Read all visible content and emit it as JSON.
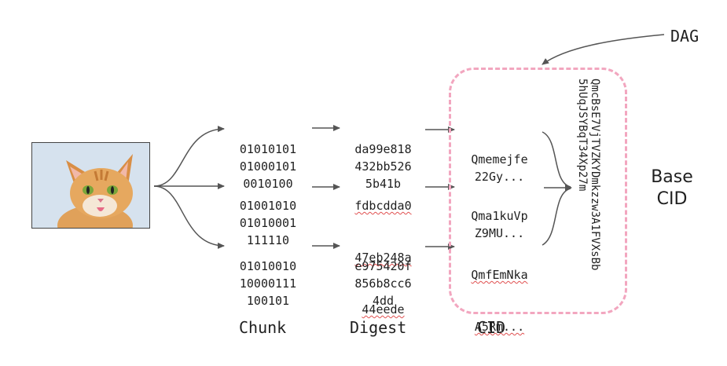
{
  "image": {
    "subject": "cat-photo"
  },
  "chunks": [
    [
      "01010101",
      "01000101",
      "0010100"
    ],
    [
      "01001010",
      "01010001",
      "111110"
    ],
    [
      "01010010",
      "10000111",
      "100101"
    ]
  ],
  "digests": [
    [
      "da99e818",
      "432bb526",
      "5b41b"
    ],
    [
      "fdbcdda0",
      "47eb248a",
      "44eede"
    ],
    [
      "e975420f",
      "856b8cc6",
      "4dd"
    ]
  ],
  "cids": [
    [
      "Qmemejfe",
      "22Gy..."
    ],
    [
      "Qma1kuVp",
      "Z9MU..."
    ],
    [
      "QmfEmNka",
      "A5Rm..."
    ]
  ],
  "base_cid_value": [
    "QmcBsE7VjTVZKYDmkzzw3A1FVXsBb",
    "5hUqJSYBqT34Xp27m"
  ],
  "labels": {
    "chunk": "Chunk",
    "digest": "Digest",
    "cid": "CID",
    "dag": "DAG",
    "base_cid_line1": "Base",
    "base_cid_line2": "CID"
  },
  "colors": {
    "dashed_box": "#f2a6bf",
    "arrow": "#555555",
    "spellcheck_underline": "#e05050"
  }
}
